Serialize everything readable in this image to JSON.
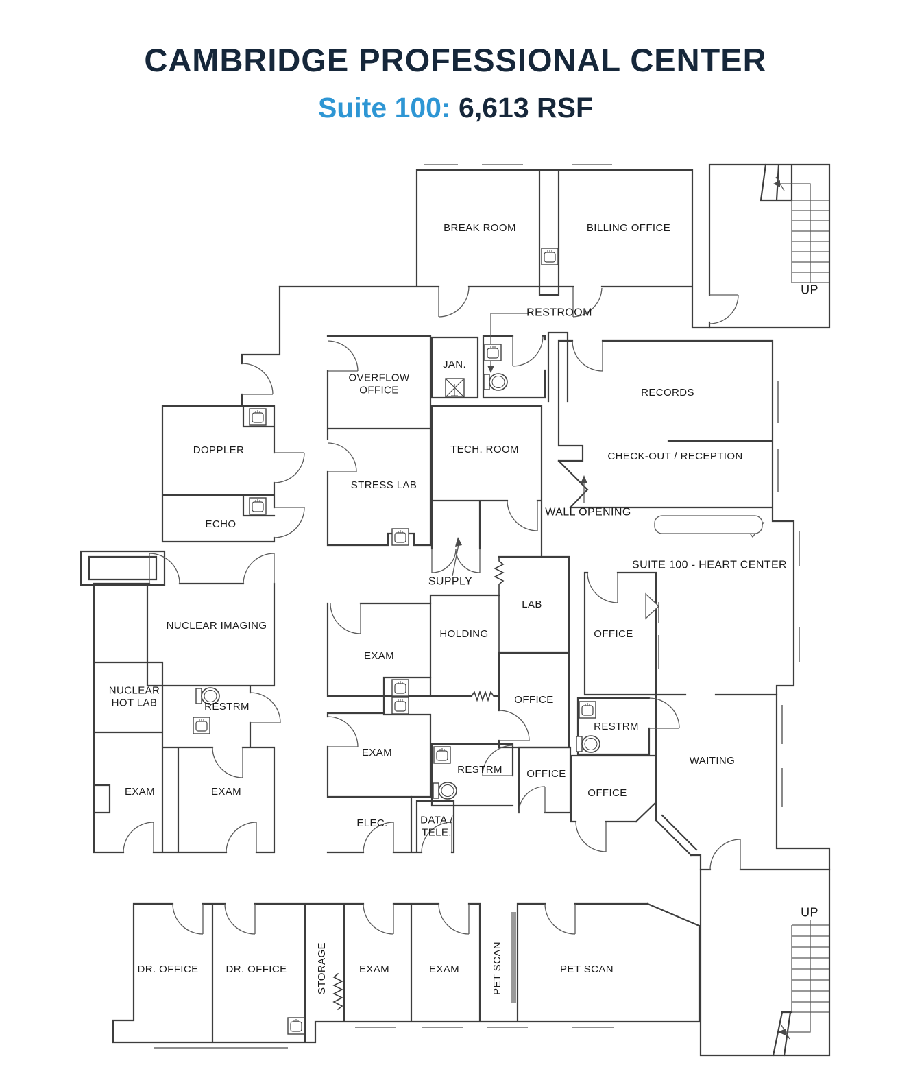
{
  "header": {
    "title": "CAMBRIDGE PROFESSIONAL CENTER",
    "suite_label": "Suite 100:",
    "rsf_label": "6,613 RSF"
  },
  "colors": {
    "title_navy": "#16273a",
    "suite_blue": "#2e96d4",
    "wall_line": "#3d3d3d"
  },
  "rooms": {
    "break_room": {
      "label": "BREAK ROOM"
    },
    "billing_office": {
      "label": "BILLING OFFICE"
    },
    "records": {
      "label": "RECORDS"
    },
    "checkout": {
      "label": "CHECK-OUT / RECEPTION"
    },
    "overflow_office": {
      "label": "OVERFLOW OFFICE"
    },
    "jan": {
      "label": "JAN."
    },
    "tech_room": {
      "label": "TECH. ROOM"
    },
    "stress_lab": {
      "label": "STRESS LAB"
    },
    "doppler": {
      "label": "DOPPLER"
    },
    "echo": {
      "label": "ECHO"
    },
    "nuclear_imaging": {
      "label": "NUCLEAR IMAGING"
    },
    "nuclear_hot_lab": {
      "label": "NUCLEAR HOT LAB"
    },
    "lab": {
      "label": "LAB"
    },
    "holding": {
      "label": "HOLDING"
    },
    "exam_c1": {
      "label": "EXAM"
    },
    "exam_c2": {
      "label": "EXAM"
    },
    "exam_left1": {
      "label": "EXAM"
    },
    "exam_left2": {
      "label": "EXAM"
    },
    "exam_b1": {
      "label": "EXAM"
    },
    "exam_b2": {
      "label": "EXAM"
    },
    "office_ne": {
      "label": "OFFICE"
    },
    "office_center": {
      "label": "OFFICE"
    },
    "office_small": {
      "label": "OFFICE"
    },
    "office_se": {
      "label": "OFFICE"
    },
    "restrm_left": {
      "label": "RESTRM"
    },
    "restrm_center": {
      "label": "RESTRM"
    },
    "restrm_right": {
      "label": "RESTRM"
    },
    "waiting": {
      "label": "WAITING"
    },
    "elec": {
      "label": "ELEC."
    },
    "data_tele": {
      "label": "DATA / TELE."
    },
    "storage": {
      "label": "STORAGE"
    },
    "dr_office_1": {
      "label": "DR. OFFICE"
    },
    "dr_office_2": {
      "label": "DR. OFFICE"
    },
    "pet_scan_small": {
      "label": "PET SCAN"
    },
    "pet_scan_large": {
      "label": "PET SCAN"
    }
  },
  "annotations": {
    "restroom_callout": "RESTROOM",
    "wall_opening": "WALL OPENING",
    "supply": "SUPPLY",
    "suite_100": "SUITE 100 - HEART CENTER",
    "up_top": "UP",
    "up_bottom": "UP"
  }
}
